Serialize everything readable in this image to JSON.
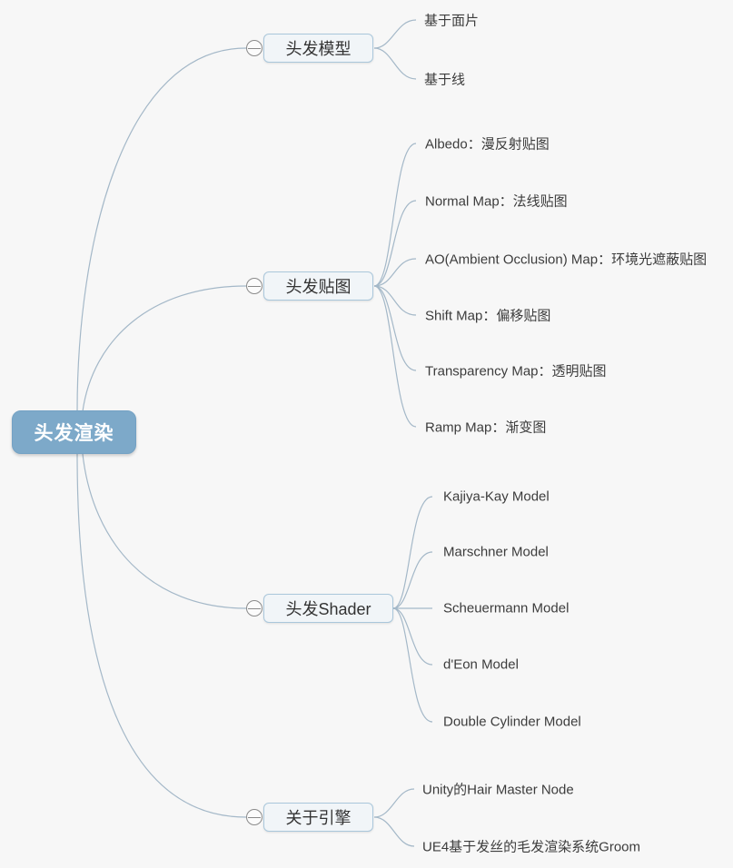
{
  "root": {
    "label": "头发渲染"
  },
  "branches": [
    {
      "label": "头发模型",
      "children": [
        "基于面片",
        "基于线"
      ]
    },
    {
      "label": "头发贴图",
      "children": [
        "Albedo：漫反射贴图",
        "Normal Map：法线贴图",
        "AO(Ambient Occlusion) Map：环境光遮蔽贴图",
        "Shift Map：偏移贴图",
        "Transparency Map：透明贴图",
        "Ramp Map：渐变图"
      ]
    },
    {
      "label": "头发Shader",
      "children": [
        "Kajiya-Kay Model",
        "Marschner Model",
        "Scheuermann Model",
        "d'Eon Model",
        "Double Cylinder Model"
      ]
    },
    {
      "label": "关于引擎",
      "children": [
        "Unity的Hair Master Node",
        "UE4基于发丝的毛发渲染系统Groom"
      ]
    }
  ],
  "colors": {
    "root_fill": "#7da9c9",
    "root_text": "#ffffff",
    "branch_fill": "#f1f5f8",
    "branch_border": "#aac7db",
    "connector_line": "#a4b8c8",
    "leaf_text": "#3c3c3c",
    "background": "#f7f7f7"
  }
}
